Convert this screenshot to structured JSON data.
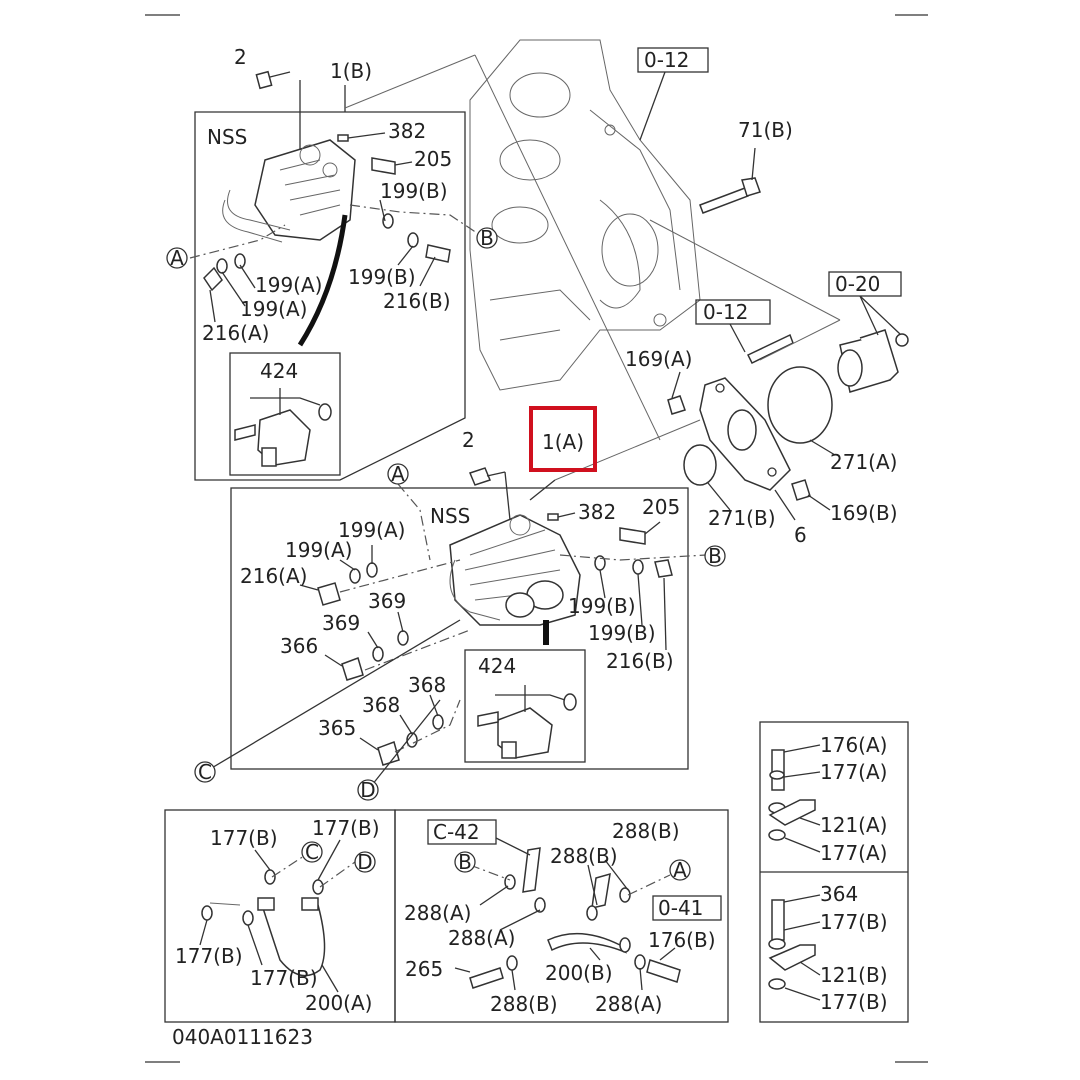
{
  "diagram": {
    "figure_code": "040A0111623",
    "labels": {
      "p2_top": "2",
      "p1B": "1(B)",
      "nss_top": "NSS",
      "p382_top": "382",
      "p205_top": "205",
      "p199B_top": "199(B)",
      "p199A_top1": "199(A)",
      "p199B_top2": "199(B)",
      "p199A_top2": "199(A)",
      "p216B_top": "216(B)",
      "p216A_top": "216(A)",
      "p424_top": "424",
      "ref012_a": "0-12",
      "p71B": "71(B)",
      "ref020": "0-20",
      "ref012_b": "0-12",
      "p169A": "169(A)",
      "p271A": "271(A)",
      "p271B": "271(B)",
      "p6": "6",
      "p169B": "169(B)",
      "p2_mid": "2",
      "p1A": "1(A)",
      "nss_mid": "NSS",
      "p382_mid": "382",
      "p205_mid": "205",
      "p199A_mid1": "199(A)",
      "p199A_mid2": "199(A)",
      "p216A_mid": "216(A)",
      "p369_a": "369",
      "p369_b": "369",
      "p366": "366",
      "p199B_mid1": "199(B)",
      "p199B_mid2": "199(B)",
      "p216B_mid": "216(B)",
      "p424_mid": "424",
      "p368_a": "368",
      "p368_b": "368",
      "p365": "365",
      "p176A": "176(A)",
      "p177A_1": "177(A)",
      "p121A": "121(A)",
      "p177A_2": "177(A)",
      "p364": "364",
      "p177B_r1": "177(B)",
      "p121B": "121(B)",
      "p177B_r2": "177(B)",
      "p177B_l1": "177(B)",
      "p177B_l2": "177(B)",
      "p177B_l3": "177(B)",
      "p177B_l4": "177(B)",
      "p200A": "200(A)",
      "refC42": "C-42",
      "p288B_1": "288(B)",
      "p288B_2": "288(B)",
      "p288A_1": "288(A)",
      "p288A_2": "288(A)",
      "ref041": "0-41",
      "p176B": "176(B)",
      "p265": "265",
      "p200B": "200(B)",
      "p288B_3": "288(B)",
      "p288A_3": "288(A)"
    },
    "callouts": {
      "A": "A",
      "B": "B",
      "C": "C",
      "D": "D"
    },
    "highlight_color": "#d0101e"
  }
}
